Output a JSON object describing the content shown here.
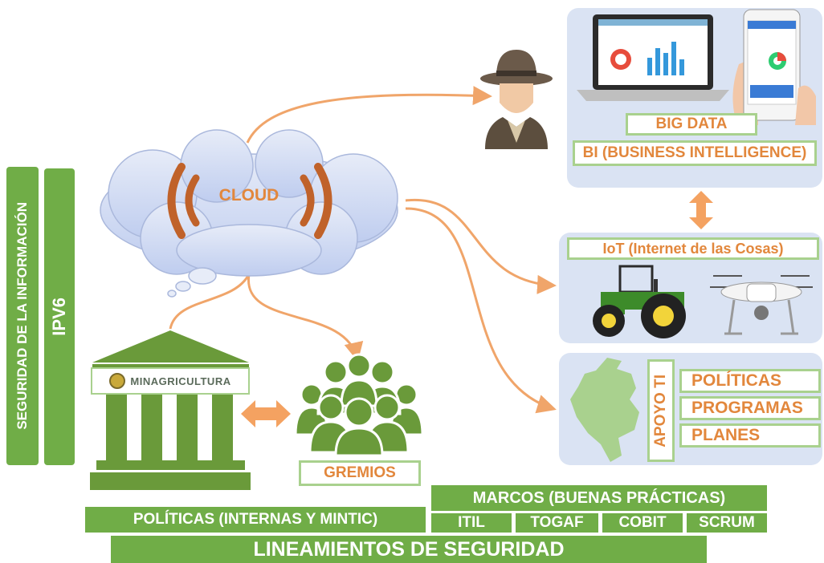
{
  "cloud": {
    "label": "CLOUD"
  },
  "left_bars": {
    "security": "SEGURIDAD DE LA INFORMACIÓN",
    "ipv6": "IPV6"
  },
  "ministry": {
    "name": "MINAGRICULTURA"
  },
  "gremios": {
    "label": "GREMIOS"
  },
  "right_top": {
    "big_data": "BIG DATA",
    "bi": "BI (BUSINESS INTELLIGENCE)"
  },
  "right_mid": {
    "iot": "IoT (Internet de las Cosas)"
  },
  "right_bottom": {
    "apoyo": "APOYO TI",
    "items": [
      "POLÍTICAS",
      "PROGRAMAS",
      "PLANES"
    ]
  },
  "bottom": {
    "marcos": "MARCOS (BUENAS PRÁCTICAS)",
    "frameworks": [
      "ITIL",
      "TOGAF",
      "COBIT",
      "SCRUM"
    ],
    "politicas": "POLÍTICAS (INTERNAS Y MINTIC)",
    "lineamientos": "LINEAMIENTOS DE SEGURIDAD"
  },
  "colors": {
    "green": "#70ad47",
    "light_green": "#a9d18e",
    "orange": "#e2873c",
    "olive": "#6a9a3a",
    "panel": "#dae3f3"
  }
}
